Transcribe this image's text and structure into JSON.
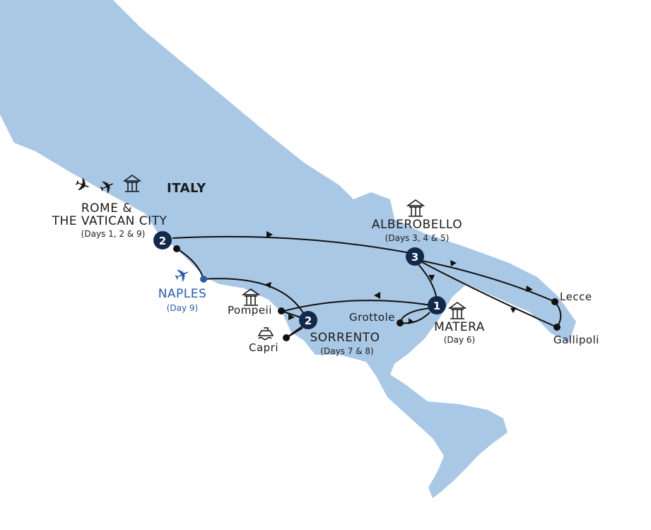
{
  "colors": {
    "land": "#a9c8e6",
    "route": "#111111",
    "badge": "#13294b",
    "naples": "#2a5aa8"
  },
  "country": "ITALY",
  "stops": [
    {
      "id": "rome",
      "name_line1": "ROME &",
      "name_line2": "THE VATICAN CITY",
      "days": "(Days 1, 2 & 9)",
      "nights": "2",
      "icons": [
        "plane-departure-icon",
        "plane-arrival-icon",
        "landmark-icon"
      ]
    },
    {
      "id": "alberobello",
      "name": "ALBEROBELLO",
      "days": "(Days 3, 4 & 5)",
      "nights": "3",
      "icons": [
        "landmark-icon"
      ]
    },
    {
      "id": "matera",
      "name": "MATERA",
      "days": "(Day 6)",
      "nights": "1",
      "icons": [
        "landmark-icon"
      ]
    },
    {
      "id": "sorrento",
      "name": "SORRENTO",
      "days": "(Days 7 & 8)",
      "nights": "2"
    },
    {
      "id": "naples",
      "name": "NAPLES",
      "days": "(Day 9)",
      "icons": [
        "plane-departure-icon"
      ]
    }
  ],
  "places": {
    "pompeii": "Pompeii",
    "capri": "Capri",
    "grottole": "Grottole",
    "lecce": "Lecce",
    "gallipoli": "Gallipoli"
  }
}
